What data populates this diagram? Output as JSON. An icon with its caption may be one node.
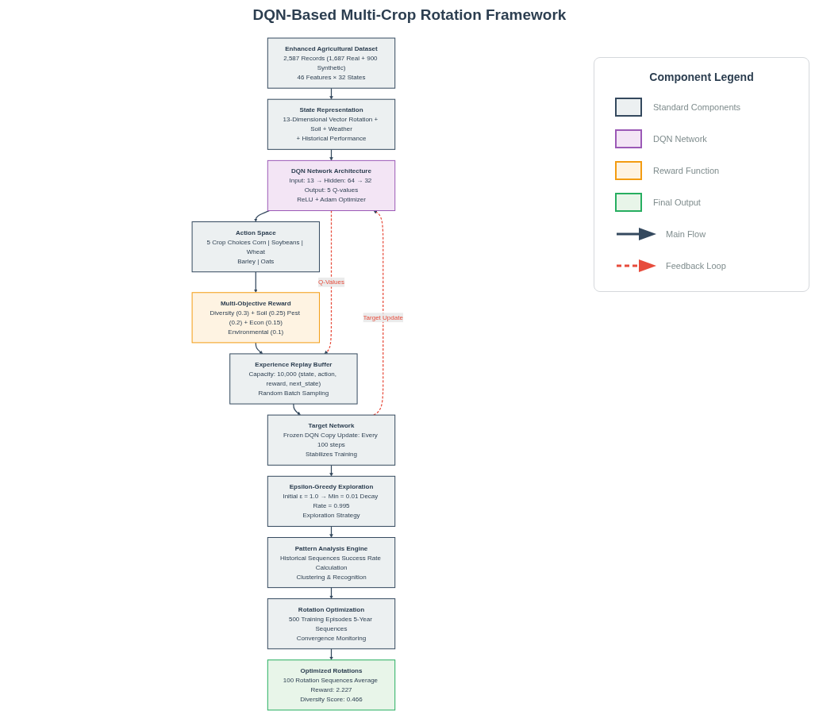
{
  "diagram": {
    "title": "DQN-Based Multi-Crop Rotation Framework",
    "nodes": [
      {
        "text": [
          "Enhanced Agricultural Dataset",
          "2,587 Records (1,687 Real + 900 Synthetic)",
          "46 Features × 32 States"
        ]
      },
      {
        "text": [
          "State Representation",
          "13-Dimensional Vector Rotation + Soil + Weather",
          "+ Historical Performance"
        ]
      },
      {
        "text": [
          "DQN Network Architecture",
          "Input: 13 → Hidden: 64 → 32 Output: 5 Q-values",
          "ReLU + Adam Optimizer"
        ]
      },
      {
        "text": [
          "Action Space",
          "5 Crop Choices Corn | Soybeans | Wheat",
          "Barley | Oats"
        ]
      },
      {
        "text": [
          "Multi-Objective Reward",
          "Diversity (0.3) + Soil (0.25) Pest (0.2) + Econ (0.15)",
          "Environmental (0.1)"
        ]
      },
      {
        "text": [
          "Experience Replay Buffer",
          "Capacity: 10,000 (state, action, reward, next_state)",
          "Random Batch Sampling"
        ]
      },
      {
        "text": [
          "Target Network",
          "Frozen DQN Copy Update: Every 100 steps",
          "Stabilizes Training"
        ]
      },
      {
        "text": [
          "Epsilon-Greedy Exploration",
          "Initial ε = 1.0 → Min = 0.01 Decay Rate = 0.995",
          "Exploration Strategy"
        ]
      },
      {
        "text": [
          "Pattern Analysis Engine",
          "Historical Sequences Success Rate Calculation",
          "Clustering & Recognition"
        ]
      },
      {
        "text": [
          "Rotation Optimization",
          "500 Training Episodes 5-Year Sequences",
          "Convergence Monitoring"
        ]
      },
      {
        "text": [
          "Optimized Rotations",
          "100 Rotation Sequences Average Reward: 2.227",
          "Diversity Score: 0.466"
        ]
      }
    ],
    "edges": [
      {
        "from": 0,
        "to": 1,
        "arrow": "to"
      },
      {
        "from": 1,
        "to": 2,
        "arrow": "to"
      },
      {
        "from": 2,
        "to": 3,
        "arrow": "to"
      },
      {
        "from": 3,
        "to": 4,
        "arrow": "to"
      },
      {
        "from": 4,
        "to": 5,
        "arrow": "to"
      },
      {
        "from": 5,
        "to": 6,
        "arrow": "to"
      },
      {
        "from": 6,
        "to": 7,
        "arrow": "to"
      },
      {
        "from": 7,
        "to": 8,
        "arrow": "to"
      },
      {
        "from": 8,
        "to": 9,
        "arrow": "to"
      },
      {
        "from": 9,
        "to": 10,
        "arrow": "to"
      },
      {
        "from": 2,
        "to": 5,
        "arrow": "to",
        "label": "Q-Values",
        "style": "dashed",
        "color": "#e74c3c"
      },
      {
        "from": 6,
        "to": 2,
        "arrow": "to",
        "label": "Target Update",
        "style": "dashed",
        "color": "#e74c3c"
      }
    ],
    "labels": [
      "Component Legend"
    ],
    "legend": [
      {
        "text": "Standard Components",
        "color": "#ecf0f1"
      },
      {
        "text": "DQN Network",
        "color": "#f3e5f5"
      },
      {
        "text": "Reward Function",
        "color": "#fef3e2"
      },
      {
        "text": "Final Output",
        "color": "#e8f5e9"
      },
      {
        "text": "Main Flow"
      },
      {
        "text": "Feedback Loop"
      }
    ]
  }
}
